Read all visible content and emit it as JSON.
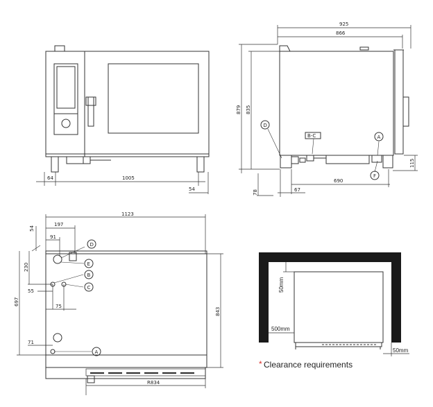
{
  "front_view": {
    "dims": {
      "left_offset": "64",
      "width": "1005",
      "right_offset": "54"
    }
  },
  "side_view": {
    "dims": {
      "overall_width": "925",
      "body_width": "866",
      "overall_height": "879",
      "body_height": "835",
      "foot_height": "78",
      "foot_offset": "67",
      "drain_span": "690",
      "leg_height": "115"
    },
    "callouts": {
      "d": "D",
      "bc": "B-C",
      "a": "A",
      "f": "F"
    }
  },
  "top_view": {
    "dims": {
      "overall_width": "1123",
      "dim_54": "54",
      "dim_197": "197",
      "dim_91": "91",
      "dim_230": "230",
      "dim_55": "55",
      "dim_75": "75",
      "dim_697": "697",
      "dim_843": "843",
      "dim_71": "71",
      "dim_r834": "R834"
    },
    "callouts": {
      "d": "D",
      "e": "E",
      "b": "B",
      "c": "C",
      "a": "A"
    }
  },
  "clearance": {
    "top": "50mm",
    "left": "500mm",
    "right": "50mm",
    "caption_star": "*",
    "caption": "Clearance requirements"
  },
  "colors": {
    "line": "#333333",
    "wall": "#1a1a1a",
    "accent_star": "#d9302a"
  }
}
